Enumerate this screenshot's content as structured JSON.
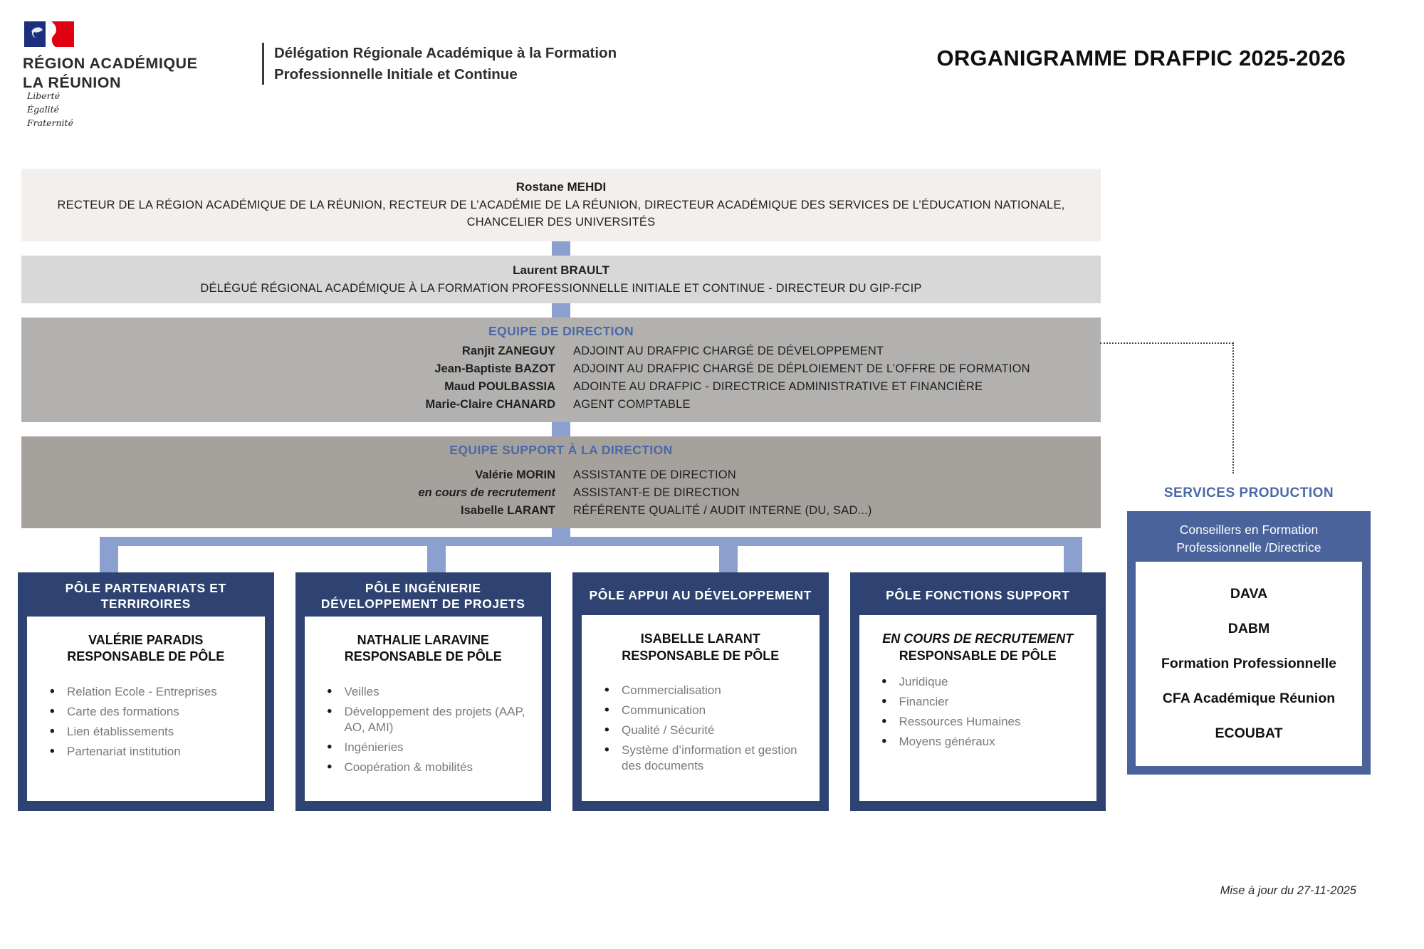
{
  "header": {
    "org_name_line1": "RÉGION ACADÉMIQUE",
    "org_name_line2": "LA RÉUNION",
    "motto_line1": "Liberté",
    "motto_line2": "Égalité",
    "motto_line3": "Fraternité",
    "delegation_line1": "Délégation Régionale Académique à la Formation",
    "delegation_line2": "Professionnelle Initiale et Continue",
    "title": "ORGANIGRAMME DRAFPIC 2025-2026"
  },
  "rector": {
    "name": "Rostane MEHDI",
    "role": "RECTEUR DE LA RÉGION ACADÉMIQUE DE LA RÉUNION, RECTEUR DE L’ACADÉMIE DE LA RÉUNION, DIRECTEUR ACADÉMIQUE DES SERVICES DE L’ÉDUCATION NATIONALE, CHANCELIER DES UNIVERSITÉS"
  },
  "delegate": {
    "name": "Laurent BRAULT",
    "role": "DÉLÉGUÉ RÉGIONAL ACADÉMIQUE À LA FORMATION PROFESSIONNELLE INITIALE ET CONTINUE - DIRECTEUR DU GIP-FCIP"
  },
  "direction_team": {
    "heading": "EQUIPE DE DIRECTION",
    "members": [
      {
        "name": "Ranjit ZANEGUY",
        "role": "ADJOINT AU DRAFPIC CHARGÉ DE DÉVELOPPEMENT"
      },
      {
        "name": "Jean-Baptiste BAZOT",
        "role": "ADJOINT AU DRAFPIC CHARGÉ DE DÉPLOIEMENT DE L’OFFRE DE FORMATION"
      },
      {
        "name": "Maud POULBASSIA",
        "role": "ADOINTE AU DRAFPIC - DIRECTRICE ADMINISTRATIVE ET FINANCIÈRE"
      },
      {
        "name": "Marie-Claire CHANARD",
        "role": "AGENT COMPTABLE"
      }
    ]
  },
  "support_team": {
    "heading": "EQUIPE SUPPORT À LA DIRECTION",
    "members": [
      {
        "name": "Valérie MORIN",
        "role": "ASSISTANTE DE DIRECTION"
      },
      {
        "name": "en cours de recrutement",
        "role": "ASSISTANT-E DE DIRECTION"
      },
      {
        "name": "Isabelle LARANT",
        "role": "RÉFÉRENTE QUALITÉ / AUDIT INTERNE (DU, SAD...)"
      }
    ]
  },
  "poles": [
    {
      "title": "PÔLE PARTENARIATS ET TERRIROIRES",
      "lead": "VALÉRIE PARADIS",
      "lead_role": "RESPONSABLE DE PÔLE",
      "items": [
        "Relation Ecole - Entreprises",
        "Carte des formations",
        "Lien établissements",
        "Partenariat institution"
      ]
    },
    {
      "title": "PÔLE INGÉNIERIE DÉVELOPPEMENT DE PROJETS",
      "lead": "NATHALIE LARAVINE",
      "lead_role": "RESPONSABLE DE PÔLE",
      "items": [
        "Veilles",
        "Développement des projets (AAP, AO, AMI)",
        "Ingénieries",
        "Coopération & mobilités"
      ]
    },
    {
      "title": "PÔLE APPUI AU DÉVELOPPEMENT",
      "lead": "ISABELLE LARANT",
      "lead_role": "RESPONSABLE DE PÔLE",
      "items": [
        "Commercialisation",
        "Communication",
        "Qualité / Sécurité",
        "Système d’information et gestion des documents"
      ]
    },
    {
      "title": "PÔLE FONCTIONS SUPPORT",
      "lead": "EN COURS DE RECRUTEMENT",
      "lead_role": "RESPONSABLE DE PÔLE",
      "items": [
        "Juridique",
        "Financier",
        "Ressources Humaines",
        "Moyens généraux"
      ]
    }
  ],
  "services_production": {
    "heading": "SERVICES PRODUCTION",
    "subheading": "Conseillers en Formation Professionnelle /Directrice",
    "items": [
      "DAVA",
      "DABM",
      "Formation Professionnelle",
      "CFA Académique Réunion",
      "ECOUBAT"
    ]
  },
  "footer": {
    "updated": "Mise à jour du 27-11-2025"
  },
  "colors": {
    "accent_heading_blue": "#4a69a8",
    "connector_blue": "#8ba0cf",
    "pole_navy": "#2e4371",
    "services_blue": "#4a639b",
    "rector_box": "#f3efed",
    "delegate_box": "#d8d8d8",
    "direction_box": "#b3b1af",
    "support_box": "#a5a19d",
    "bullet_text_gray": "#7a7a7a",
    "flag_blue": "#1c2f7c",
    "flag_red": "#e1000f"
  }
}
